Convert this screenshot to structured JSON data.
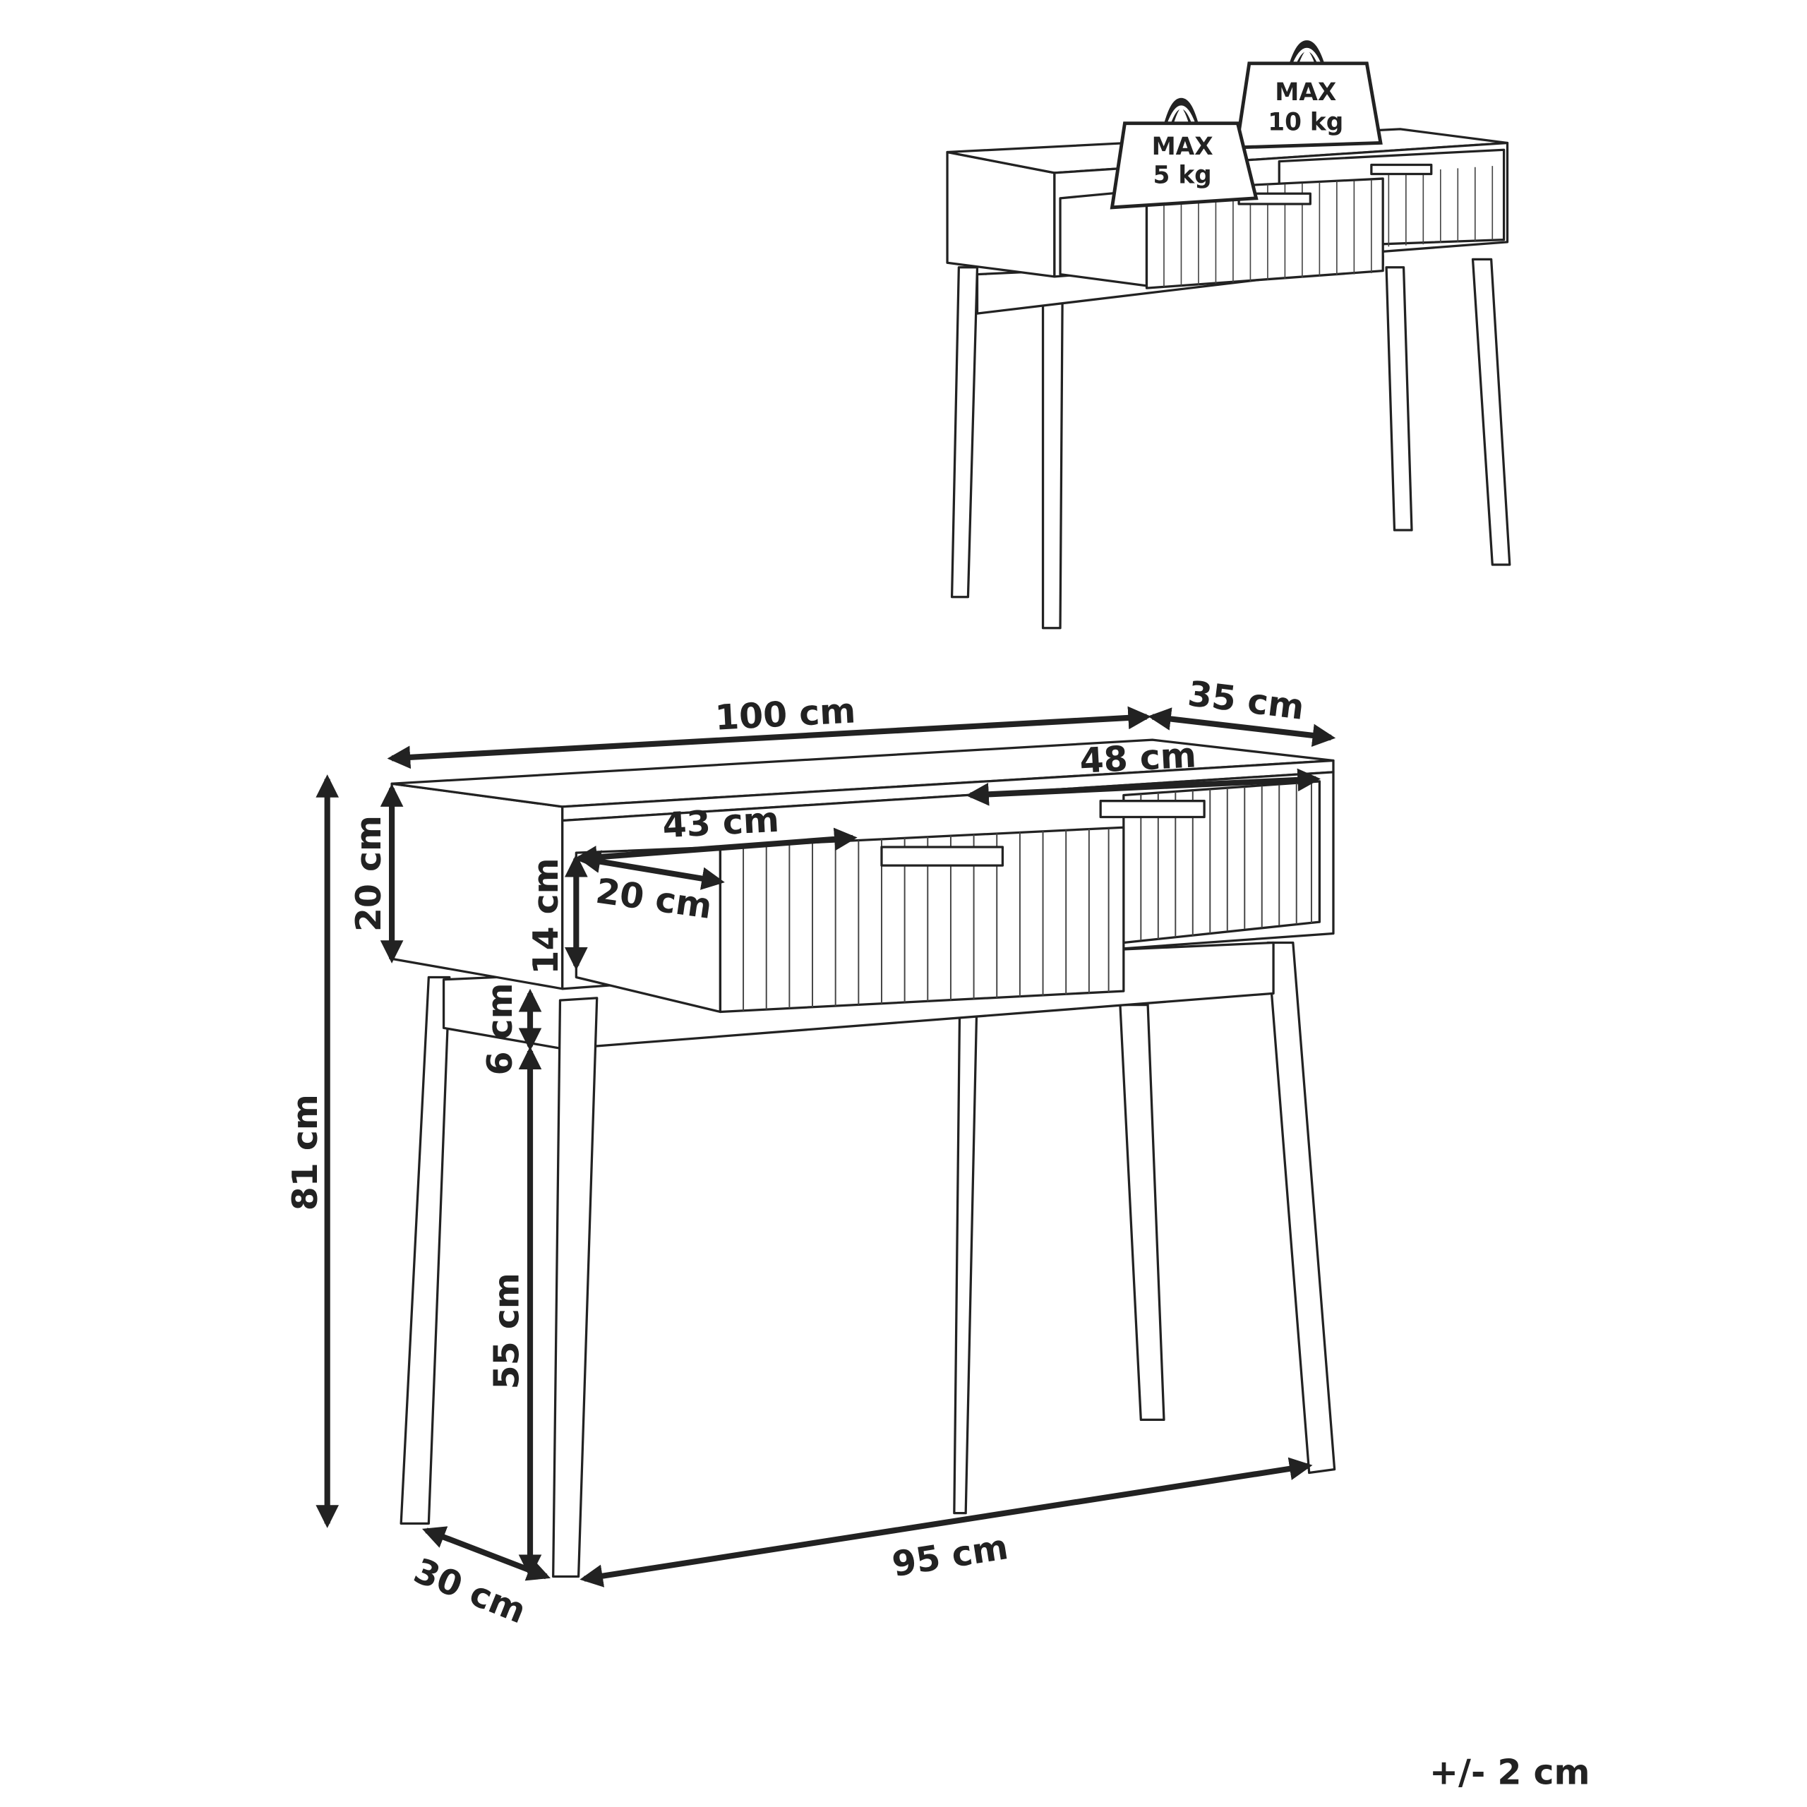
{
  "weights": {
    "large": {
      "line1": "MAX",
      "line2": "10 kg"
    },
    "small": {
      "line1": "MAX",
      "line2": "5 kg"
    }
  },
  "dimensions": {
    "width": "100 cm",
    "depth": "35 cm",
    "inner_drawer_width": "48 cm",
    "drawer_width": "43 cm",
    "drawer_depth": "20 cm",
    "drawer_height": "14 cm",
    "body_height": "20 cm",
    "apron_height": "6 cm",
    "total_height": "81 cm",
    "leg_height": "55 cm",
    "leg_depth_span": "30 cm",
    "leg_width_span": "95 cm"
  },
  "tolerance": "+/- 2 cm"
}
